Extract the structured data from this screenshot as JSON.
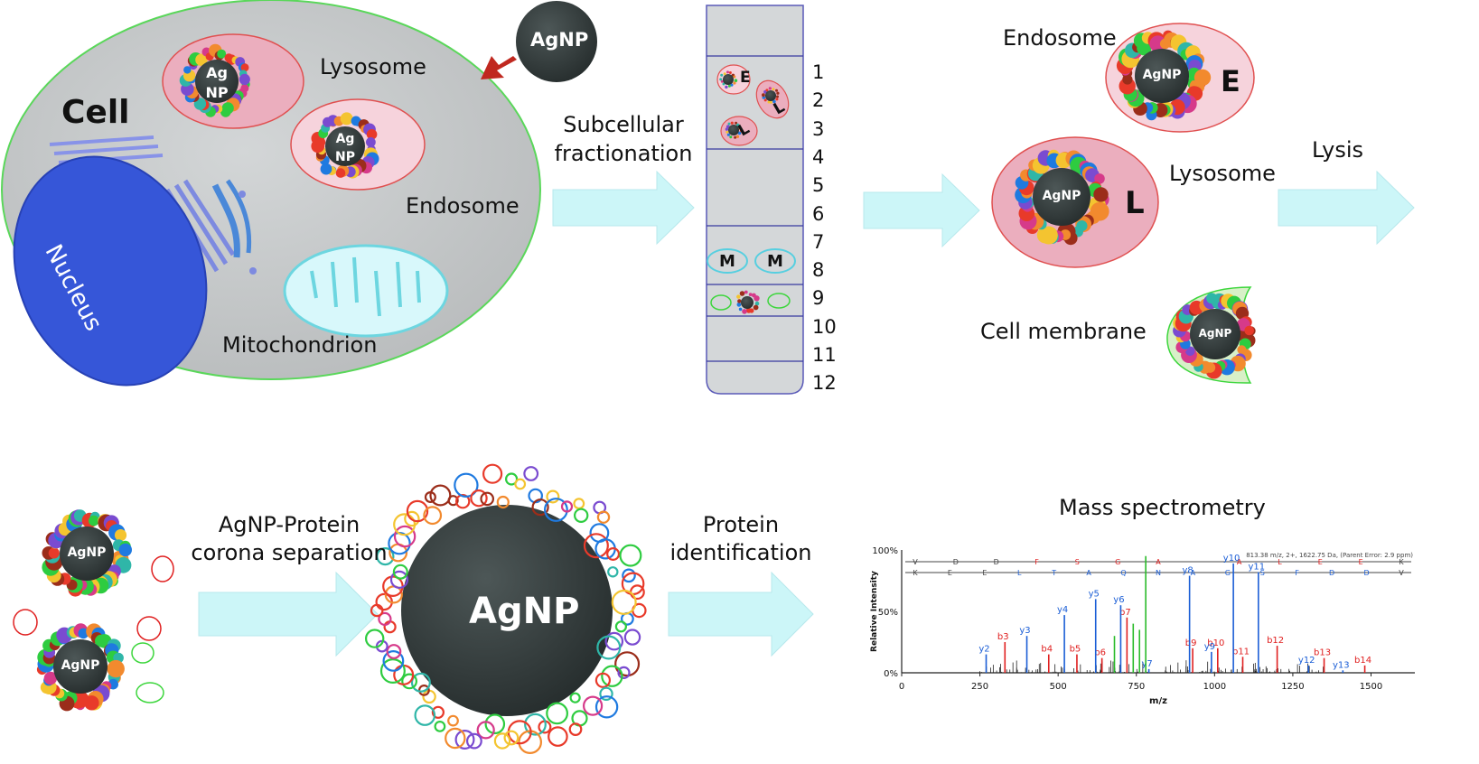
{
  "cell_panel": {
    "cell_label": "Cell",
    "nucleus_label": "Nucleus",
    "lysosome_label": "Lysosome",
    "endosome_label": "Endosome",
    "mitochondrion_label": "Mitochondrion",
    "np_in_organelle": "Ag NP",
    "external_np": "AgNP"
  },
  "fractionation": {
    "arrow_label": "Subcellular fractionation",
    "fractions": [
      "1",
      "2",
      "3",
      "4",
      "5",
      "6",
      "7",
      "8",
      "9",
      "10",
      "11",
      "12"
    ],
    "band_letters": {
      "endosome": "E",
      "lysosome": "L",
      "mito": "M"
    }
  },
  "isolated": {
    "endosome_label": "Endosome",
    "endosome_letter": "E",
    "lysosome_label": "Lysosome",
    "lysosome_letter": "L",
    "membrane_label": "Cell membrane",
    "np_label": "AgNP"
  },
  "lysis": {
    "label": "Lysis"
  },
  "bottom": {
    "np_label": "AgNP",
    "separation_label": "AgNP-Protein corona separation",
    "big_np_label": "AgNP",
    "identification_label": "Protein identification",
    "ms_title": "Mass spectrometry"
  },
  "colors": {
    "arrow_fill": "#ccf6f8",
    "cell_fill": "#c8cbcc",
    "nucleus": "#3a56d6",
    "lysosome_fill": "#f0a9b9",
    "np_core": "#343c3c",
    "peak_b": "#e02020",
    "peak_y": "#1b5ed6",
    "peak_other": "#2bbb2b"
  },
  "chart_data": {
    "type": "bar",
    "title": "Mass spectrometry",
    "xlabel": "m/z",
    "ylabel": "Relative Intensity",
    "xlim": [
      0,
      1640
    ],
    "ylim": [
      0,
      100
    ],
    "x_ticks": [
      "0",
      "250",
      "500",
      "750",
      "1000",
      "1250",
      "1500"
    ],
    "y_ticks": [
      "0%",
      "50%",
      "100%"
    ],
    "header_text": "813.38 m/z, 2+, 1622.75 Da, (Parent Error: 2.9 ppm)",
    "sequence_b": [
      "V",
      "D",
      "D",
      "F",
      "S",
      "G",
      "A",
      "",
      "A",
      "L",
      "E",
      "E",
      "K"
    ],
    "sequence_y": [
      "K",
      "E",
      "E",
      "L",
      "T",
      "A",
      "Q",
      "N",
      "A",
      "G",
      "S",
      "F",
      "D",
      "D",
      "V"
    ],
    "series": [
      {
        "name": "b ions",
        "color": "#e02020",
        "peaks": [
          {
            "label": "b3",
            "mz": 330,
            "rel": 25
          },
          {
            "label": "b4",
            "mz": 470,
            "rel": 15
          },
          {
            "label": "b5",
            "mz": 560,
            "rel": 15
          },
          {
            "label": "b6",
            "mz": 640,
            "rel": 12
          },
          {
            "label": "b7",
            "mz": 720,
            "rel": 45
          },
          {
            "label": "b9",
            "mz": 930,
            "rel": 20
          },
          {
            "label": "b10",
            "mz": 1010,
            "rel": 20
          },
          {
            "label": "b11",
            "mz": 1090,
            "rel": 13
          },
          {
            "label": "b12",
            "mz": 1200,
            "rel": 22
          },
          {
            "label": "b13",
            "mz": 1350,
            "rel": 12
          },
          {
            "label": "b14",
            "mz": 1480,
            "rel": 6
          }
        ]
      },
      {
        "name": "y ions",
        "color": "#1b5ed6",
        "peaks": [
          {
            "label": "y2",
            "mz": 270,
            "rel": 15
          },
          {
            "label": "y3",
            "mz": 400,
            "rel": 30
          },
          {
            "label": "y4",
            "mz": 520,
            "rel": 47
          },
          {
            "label": "y5",
            "mz": 620,
            "rel": 60
          },
          {
            "label": "y6",
            "mz": 700,
            "rel": 55
          },
          {
            "label": "y7",
            "mz": 790,
            "rel": 3
          },
          {
            "label": "y8",
            "mz": 920,
            "rel": 79
          },
          {
            "label": "y9",
            "mz": 990,
            "rel": 17
          },
          {
            "label": "y10",
            "mz": 1060,
            "rel": 89
          },
          {
            "label": "y11",
            "mz": 1140,
            "rel": 82
          },
          {
            "label": "y12",
            "mz": 1300,
            "rel": 6
          },
          {
            "label": "y13",
            "mz": 1410,
            "rel": 2
          }
        ]
      },
      {
        "name": "other",
        "color": "#2bbb2b",
        "peaks": [
          {
            "label": "",
            "mz": 680,
            "rel": 30
          },
          {
            "label": "",
            "mz": 740,
            "rel": 40
          },
          {
            "label": "",
            "mz": 780,
            "rel": 95
          },
          {
            "label": "",
            "mz": 760,
            "rel": 35
          }
        ]
      }
    ],
    "grid": false,
    "legend": "none"
  }
}
